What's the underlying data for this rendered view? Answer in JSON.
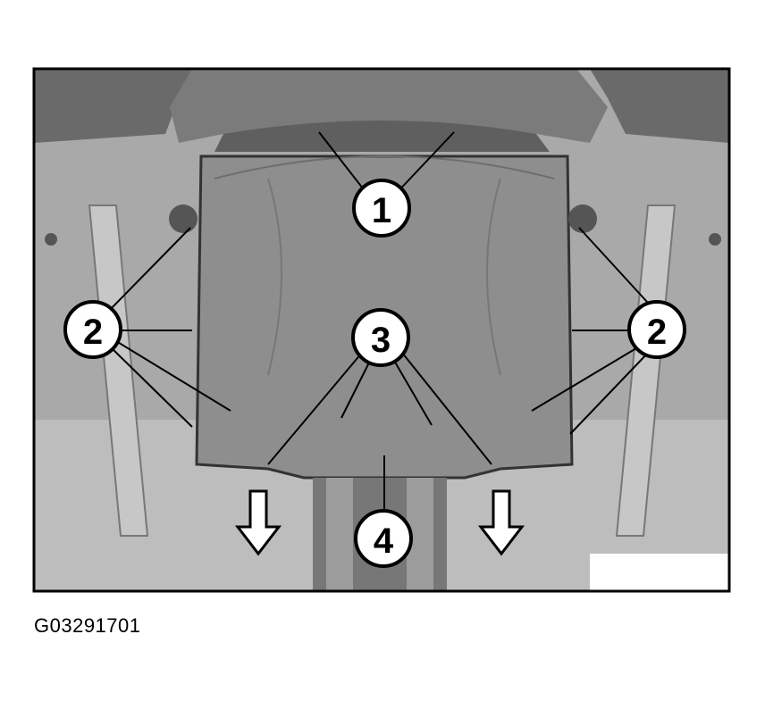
{
  "figure": {
    "id": "G03291701",
    "callouts": [
      {
        "key": "c1",
        "label": "1"
      },
      {
        "key": "c2l",
        "label": "2"
      },
      {
        "key": "c2r",
        "label": "2"
      },
      {
        "key": "c3",
        "label": "3"
      },
      {
        "key": "c4",
        "label": "4"
      }
    ]
  },
  "colors": {
    "panel": "#8e8e8e",
    "panel_light": "#b9b9b9",
    "panel_dark": "#5a5a5a",
    "frame": "#000000"
  }
}
